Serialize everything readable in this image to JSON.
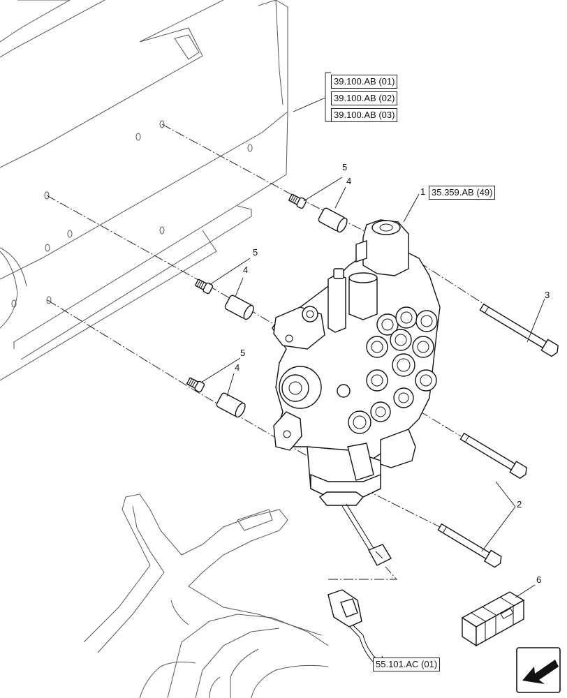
{
  "references": {
    "frame_1": "39.100.AB (01)",
    "frame_2": "39.100.AB (02)",
    "frame_3": "39.100.AB (03)",
    "valve": "35.359.AB (49)",
    "harness": "55.101.AC (01)"
  },
  "callouts": {
    "valve": "1",
    "bolt_long_pair": "2",
    "bolt_top": "3",
    "spacer": "4",
    "screw": "5",
    "kit": "6"
  },
  "colors": {
    "line": "#1a1a1a",
    "frame_line": "#555555"
  }
}
